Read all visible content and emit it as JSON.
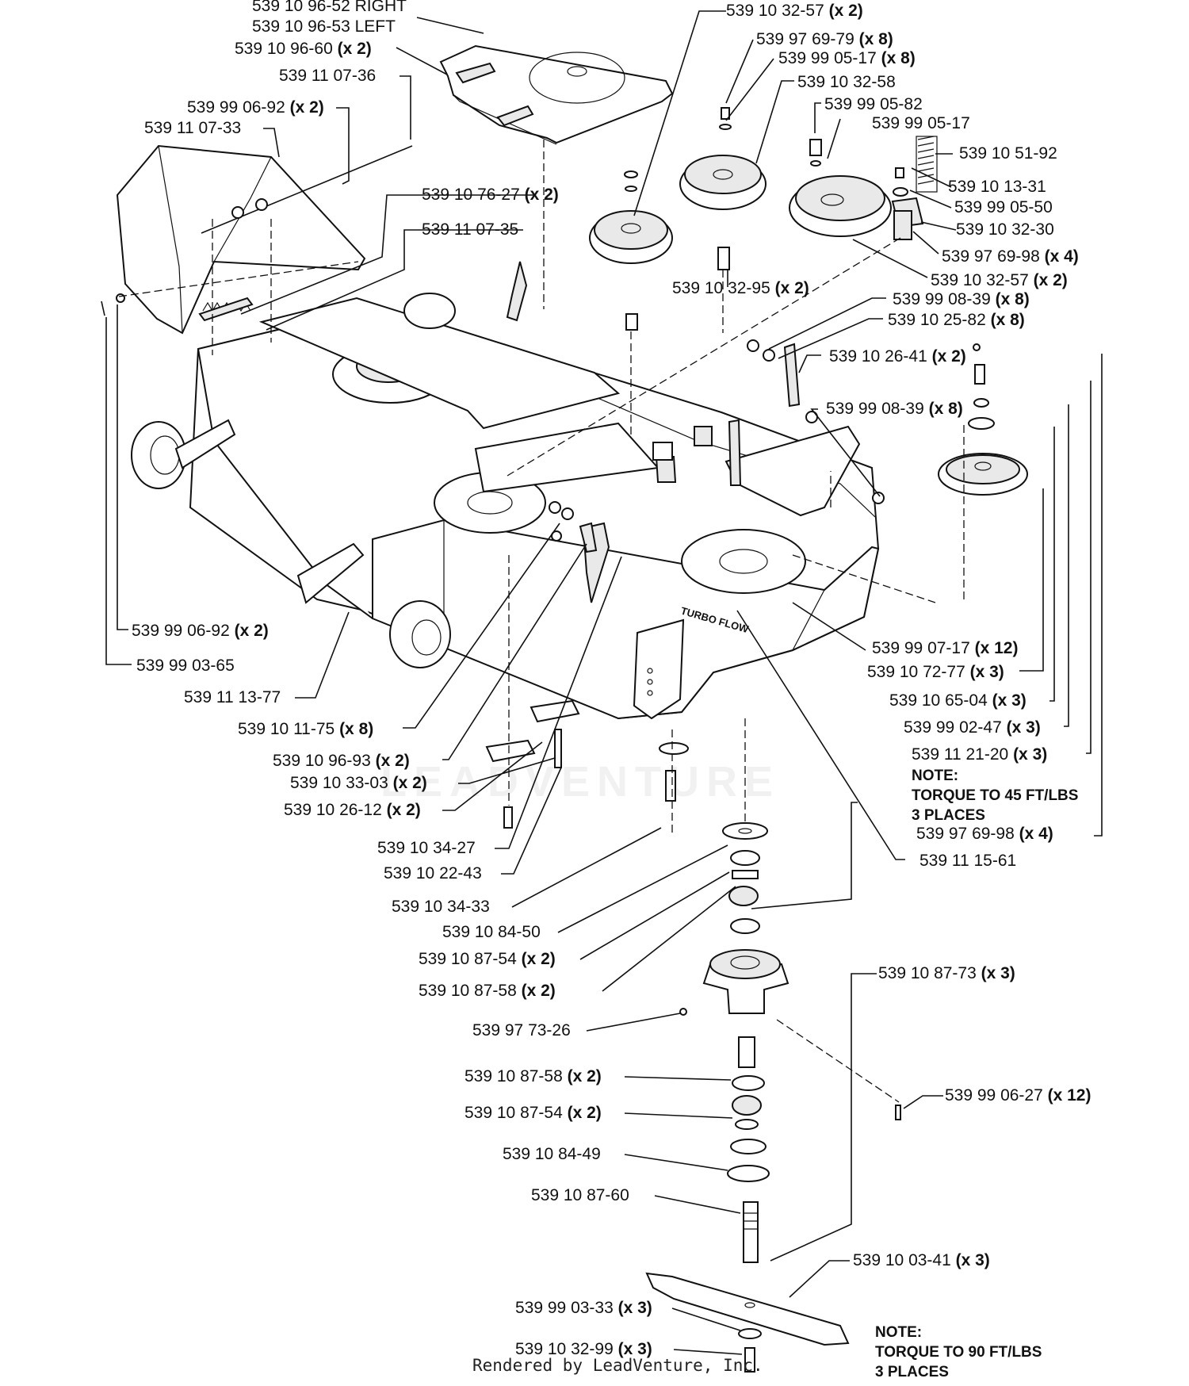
{
  "labels": {
    "l01": {
      "num": "539 10 96-52 RIGHT",
      "qty": ""
    },
    "l02": {
      "num": "539 10 96-53 LEFT",
      "qty": ""
    },
    "l03": {
      "num": "539 10 96-60",
      "qty": "(x 2)"
    },
    "l04": {
      "num": "539 11 07-36",
      "qty": ""
    },
    "l05": {
      "num": "539 99 06-92",
      "qty": "(x 2)"
    },
    "l06": {
      "num": "539 11 07-33",
      "qty": ""
    },
    "l07": {
      "num": "539 10 76-27",
      "qty": "(x 2)"
    },
    "l08": {
      "num": "539 11 07-35",
      "qty": ""
    },
    "l09": {
      "num": "539 10 32-57",
      "qty": "(x 2)"
    },
    "l10": {
      "num": "539 97 69-79",
      "qty": "(x 8)"
    },
    "l11": {
      "num": "539 99 05-17",
      "qty": "(x 8)"
    },
    "l12": {
      "num": "539 10 32-58",
      "qty": ""
    },
    "l13": {
      "num": "539 99 05-82",
      "qty": ""
    },
    "l14": {
      "num": "539 99 05-17",
      "qty": ""
    },
    "l15": {
      "num": "539 10 51-92",
      "qty": ""
    },
    "l16": {
      "num": "539 10 13-31",
      "qty": ""
    },
    "l17": {
      "num": "539 99 05-50",
      "qty": ""
    },
    "l18": {
      "num": "539 10 32-30",
      "qty": ""
    },
    "l19": {
      "num": "539 97 69-98",
      "qty": "(x 4)"
    },
    "l20": {
      "num": "539 10 32-57",
      "qty": "(x 2)"
    },
    "l21": {
      "num": "539 10 32-95",
      "qty": "(x 2)"
    },
    "l22": {
      "num": "539 99 08-39",
      "qty": "(x 8)"
    },
    "l23": {
      "num": "539 10 25-82",
      "qty": "(x 8)"
    },
    "l24": {
      "num": "539 10 26-41",
      "qty": "(x 2)"
    },
    "l25": {
      "num": "539 99 08-39",
      "qty": "(x 8)"
    },
    "l26": {
      "num": "539 99 06-92",
      "qty": "(x 2)"
    },
    "l27": {
      "num": "539 99 03-65",
      "qty": ""
    },
    "l28": {
      "num": "539 11 13-77",
      "qty": ""
    },
    "l29": {
      "num": "539 10 11-75",
      "qty": "(x 8)"
    },
    "l30": {
      "num": "539 10 96-93",
      "qty": "(x 2)"
    },
    "l31": {
      "num": "539 10 33-03",
      "qty": "(x 2)"
    },
    "l32": {
      "num": "539 10 26-12",
      "qty": "(x 2)"
    },
    "l33": {
      "num": "539 99 07-17",
      "qty": "(x 12)"
    },
    "l34": {
      "num": "539 10 72-77",
      "qty": "(x 3)"
    },
    "l35": {
      "num": "539 10 65-04",
      "qty": "(x 3)"
    },
    "l36": {
      "num": "539 99 02-47",
      "qty": "(x 3)"
    },
    "l37": {
      "num": "539 11 21-20",
      "qty": "(x 3)"
    },
    "l38": {
      "num": "539 97 69-98",
      "qty": "(x 4)"
    },
    "l39": {
      "num": "539 11 15-61",
      "qty": ""
    },
    "l40": {
      "num": "539 10 34-27",
      "qty": ""
    },
    "l41": {
      "num": "539 10 22-43",
      "qty": ""
    },
    "l42": {
      "num": "539 10 34-33",
      "qty": ""
    },
    "l43": {
      "num": "539 10 84-50",
      "qty": ""
    },
    "l44": {
      "num": "539 10 87-54",
      "qty": "(x 2)"
    },
    "l45": {
      "num": "539 10 87-58",
      "qty": "(x 2)"
    },
    "l46": {
      "num": "539 10 87-73",
      "qty": "(x 3)"
    },
    "l47": {
      "num": "539 97 73-26",
      "qty": ""
    },
    "l48": {
      "num": "539 99 06-27",
      "qty": "(x 12)"
    },
    "l49": {
      "num": "539 10 87-58",
      "qty": "(x 2)"
    },
    "l50": {
      "num": "539 10 87-54",
      "qty": "(x 2)"
    },
    "l51": {
      "num": "539 10 84-49",
      "qty": ""
    },
    "l52": {
      "num": "539 10 87-60",
      "qty": ""
    },
    "l53": {
      "num": "539 10 03-41",
      "qty": "(x 3)"
    },
    "l54": {
      "num": "539 99 03-33",
      "qty": "(x 3)"
    },
    "l55": {
      "num": "539 10 32-99",
      "qty": "(x 3)"
    }
  },
  "notes": {
    "torque45": {
      "line1": "NOTE:",
      "line2": "TORQUE TO 45 FT/LBS",
      "line3": "3 PLACES"
    },
    "torque90": {
      "line1": "NOTE:",
      "line2": "TORQUE TO 90 FT/LBS",
      "line3": "3 PLACES"
    }
  },
  "deck_logo": "TURBO FLOW",
  "watermark": "LEADVENTURE",
  "footer": "Rendered by LeadVenture, Inc."
}
